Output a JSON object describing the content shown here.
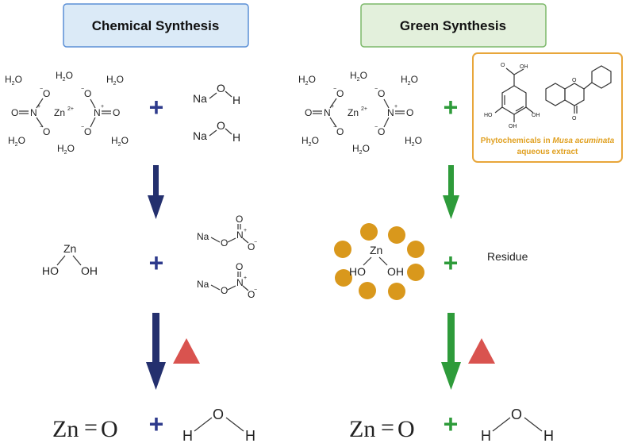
{
  "headers": {
    "chemical": "Chemical Synthesis",
    "green": "Green Synthesis"
  },
  "molecules": {
    "water": "H2O",
    "zn_ion": "Zn",
    "zn_charge": "2+",
    "nitrate_n": "N",
    "nitrate_o": "O",
    "sodium": "Na",
    "oxygen": "O",
    "hydrogen": "H",
    "hydroxide": "OH",
    "hydroxide_left": "HO",
    "zinc": "Zn",
    "oh_label": "OH",
    "ho_label": "HO"
  },
  "plus_symbol": "+",
  "phytochemicals": {
    "caption_line1_prefix": "Phytochemicals in ",
    "caption_line1_italic": "Musa acuminata",
    "caption_line2": "aqueous extract"
  },
  "residue_label": "Residue",
  "products": {
    "zinc_oxide_zn": "Zn",
    "zinc_oxide_eq": "=",
    "zinc_oxide_o": "O",
    "water_o": "O",
    "water_h": "H"
  },
  "colors": {
    "chemical_header_fill": "#dbeaf7",
    "chemical_header_border": "#5b8fd6",
    "green_header_fill": "#e3f0dc",
    "green_header_border": "#7cb86a",
    "chemical_arrow": "#24306e",
    "green_arrow": "#2e9b3a",
    "heat_triangle": "#d9534f",
    "nanoparticle": "#d9981c",
    "phyto_border": "#e8a63a"
  }
}
